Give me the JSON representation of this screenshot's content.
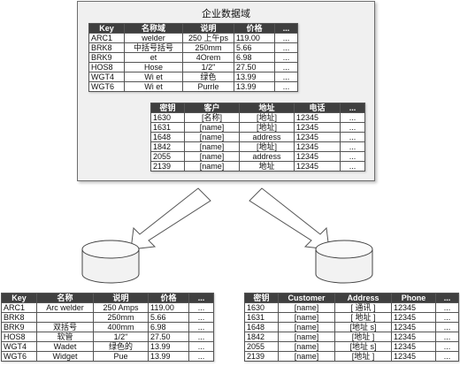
{
  "panel": {
    "title": "企业数据域"
  },
  "products_main": {
    "headers": [
      "Key",
      "名称域",
      "说明",
      "价格",
      "..."
    ],
    "rows": [
      [
        "ARC1",
        "welder",
        "250 上午ps",
        "119.00",
        "..."
      ],
      [
        "BRK8",
        "中括号括号",
        "250mm",
        "5.66",
        "..."
      ],
      [
        "BRK9",
        "et",
        "4Orem",
        "6.98",
        "..."
      ],
      [
        "HOS8",
        "Hose",
        "1/2\"",
        "27.50",
        "..."
      ],
      [
        "WGT4",
        "Wi et",
        "绿色",
        "13.99",
        "..."
      ],
      [
        "WGT6",
        "Wi et",
        "Purrle",
        "13.99",
        "..."
      ]
    ]
  },
  "customers_main": {
    "headers": [
      "密钥",
      "客户",
      "地址",
      "电话",
      "..."
    ],
    "rows": [
      [
        "1630",
        "[名称]",
        "[地址]",
        "12345",
        "..."
      ],
      [
        "1631",
        "[name]",
        "[地址]",
        "12345",
        "..."
      ],
      [
        "1648",
        "[name]",
        "address",
        "12345",
        "..."
      ],
      [
        "1842",
        "[name]",
        "[地址]",
        "12345",
        "..."
      ],
      [
        "2055",
        "[name]",
        "address",
        "12345",
        "..."
      ],
      [
        "2139",
        "[name]",
        "地址",
        "12345",
        "..."
      ]
    ]
  },
  "products_db": {
    "headers": [
      "Key",
      "名称",
      "说明",
      "价格",
      "..."
    ],
    "rows": [
      [
        "ARC1",
        "Arc welder",
        "250 Amps",
        "119.00",
        "..."
      ],
      [
        "BRK8",
        "",
        "250mm",
        "5.66",
        "..."
      ],
      [
        "BRK9",
        "双括号",
        "400mm",
        "6.98",
        "..."
      ],
      [
        "HOS8",
        "软管",
        "1/2\"",
        "27.50",
        "..."
      ],
      [
        "WGT4",
        "Wadet",
        "绿色的",
        "13.99",
        "..."
      ],
      [
        "WGT6",
        "Widget",
        "Pue",
        "13.99",
        "..."
      ]
    ]
  },
  "customers_db": {
    "headers": [
      "密钥",
      "Customer",
      "Address",
      "Phone",
      "..."
    ],
    "rows": [
      [
        "1630",
        "[name]",
        "[ 通讯 ]",
        "12345",
        "..."
      ],
      [
        "1631",
        "[name]",
        "[ 地址 ]",
        "12345",
        "..."
      ],
      [
        "1648",
        "[name]",
        "[地址 s]",
        "12345",
        "..."
      ],
      [
        "1842",
        "[name]",
        "[地址 ]",
        "12345",
        "..."
      ],
      [
        "2055",
        "[name]",
        "[地址 s]",
        "12345",
        "..."
      ],
      [
        "2139",
        "[name]",
        "[地址 ]",
        "12345",
        "..."
      ]
    ]
  },
  "colors": {
    "header_bg": "#3f3f3f",
    "panel_bg": "#f0f0f0",
    "cylinder_fill": "#f2f2f2"
  }
}
